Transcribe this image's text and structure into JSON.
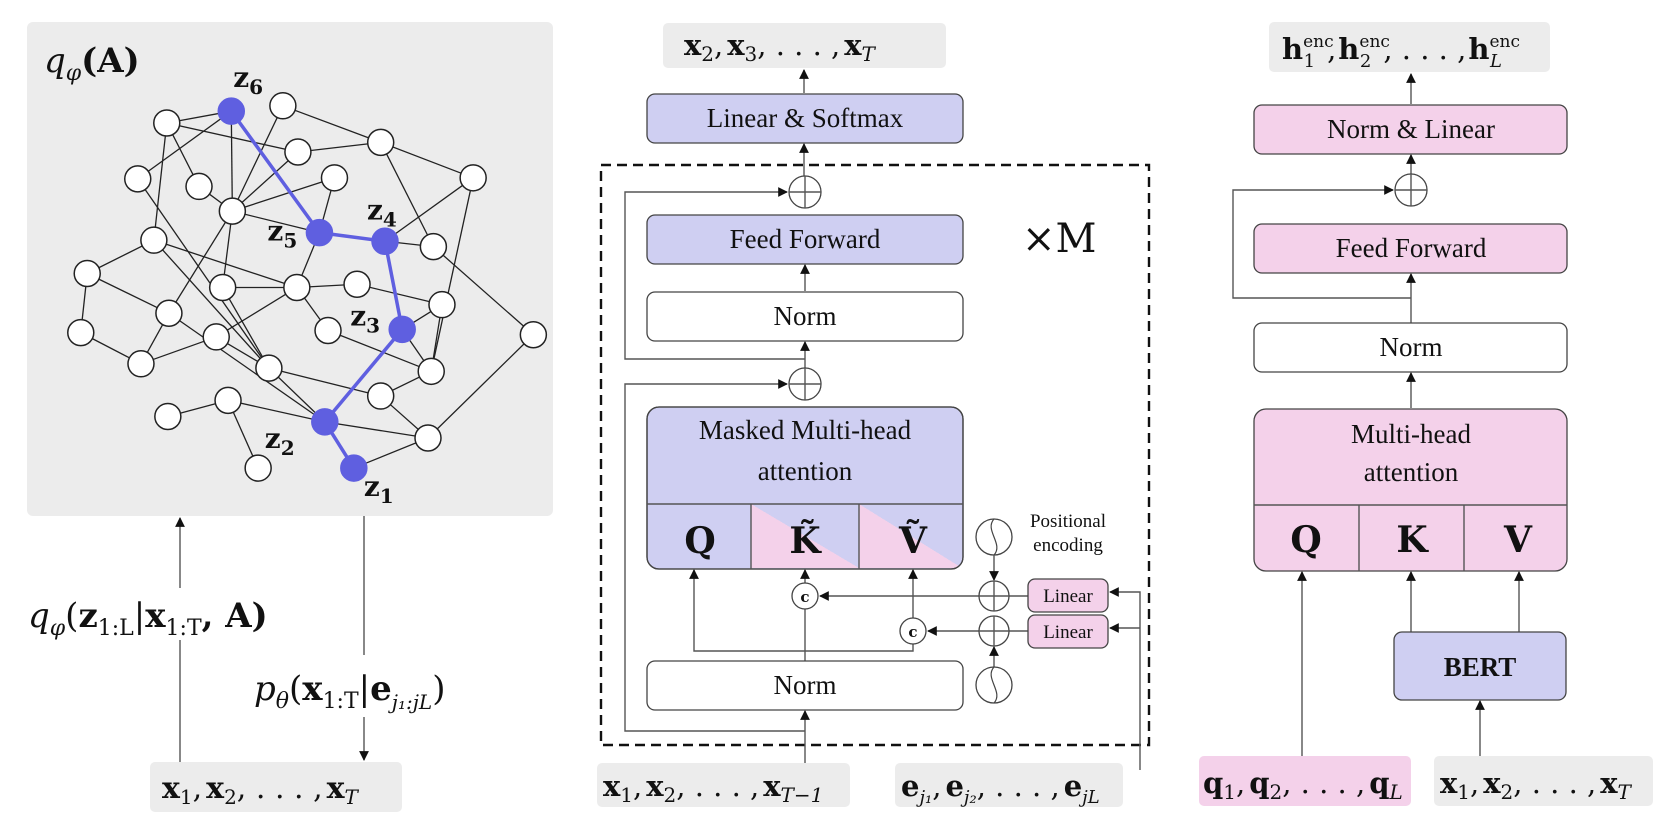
{
  "colors": {
    "panel_gray": "#ececec",
    "blue_block": "#cfcff2",
    "pink_block": "#f4d1ea",
    "highlight_path": "#5f5fe0"
  },
  "left_panel": {
    "graph_title": "q",
    "graph_title_sub": "φ",
    "graph_title_arg": "(A)",
    "path_labels": [
      {
        "name": "z",
        "sub": "1"
      },
      {
        "name": "z",
        "sub": "2"
      },
      {
        "name": "z",
        "sub": "3"
      },
      {
        "name": "z",
        "sub": "4"
      },
      {
        "name": "z",
        "sub": "5"
      },
      {
        "name": "z",
        "sub": "6"
      }
    ],
    "posterior_label": {
      "q": "q",
      "sub": "φ",
      "open": "(",
      "z": "z",
      "zsub": "1:L",
      "bar": "|",
      "x": "x",
      "xsub": "1:T",
      "rest": ", A)"
    },
    "likelihood_label": {
      "p": "p",
      "sub": "θ",
      "open": "(",
      "x": "x",
      "xsub": "1:T",
      "bar": "|",
      "e": "e",
      "esub": "j₁:jL",
      "close": ")"
    },
    "input_box": {
      "x1": "x",
      "s1": "1",
      "x2": "x",
      "s2": "2",
      "dots": ", . . . ,",
      "xT": "x",
      "sT": "T",
      "comma": ","
    }
  },
  "middle_panel": {
    "output_box": {
      "a": "x",
      "as": "2",
      "b": "x",
      "bs": "3",
      "dots": ", . . . ,",
      "c": "x",
      "cs": "T",
      "comma": ","
    },
    "linear_softmax": "Linear & Softmax",
    "feed_forward": "Feed Forward",
    "norm_top": "Norm",
    "norm_bottom": "Norm",
    "attention_title_1": "Masked Multi-head",
    "attention_title_2": "attention",
    "q_label": "Q",
    "k_label": "K̃",
    "v_label": "Ṽ",
    "repeat_label": "×M",
    "concat_symbol": "c",
    "positional_encoding_1": "Positional",
    "positional_encoding_2": "encoding",
    "linear_1": "Linear",
    "linear_2": "Linear",
    "input_x_box": {
      "a": "x",
      "as": "1",
      "b": "x",
      "bs": "2",
      "dots": ", . . . ,",
      "c": "x",
      "cs": "T−1",
      "comma": ","
    },
    "input_e_box": {
      "a": "e",
      "as": "j₁",
      "b": "e",
      "bs": "j₂",
      "dots": ", . . . ,",
      "c": "e",
      "cs": "jL",
      "comma": ","
    }
  },
  "right_panel": {
    "output_box": {
      "h": "h",
      "sup": "enc",
      "s1": "1",
      "s2": "2",
      "sL": "L",
      "dots": ", . . . ,",
      "comma": ","
    },
    "norm_linear": "Norm & Linear",
    "feed_forward": "Feed Forward",
    "norm": "Norm",
    "attention_title_1": "Multi-head",
    "attention_title_2": "attention",
    "q_label": "Q",
    "k_label": "K",
    "v_label": "V",
    "bert": "BERT",
    "input_q_box": {
      "a": "q",
      "as": "1",
      "b": "q",
      "bs": "2",
      "dots": ", . . . ,",
      "c": "q",
      "cs": "L",
      "comma": ","
    },
    "input_x_box": {
      "a": "x",
      "as": "1",
      "b": "x",
      "bs": "2",
      "dots": ", . . . ,",
      "c": "x",
      "cs": "T",
      "comma": ","
    }
  }
}
